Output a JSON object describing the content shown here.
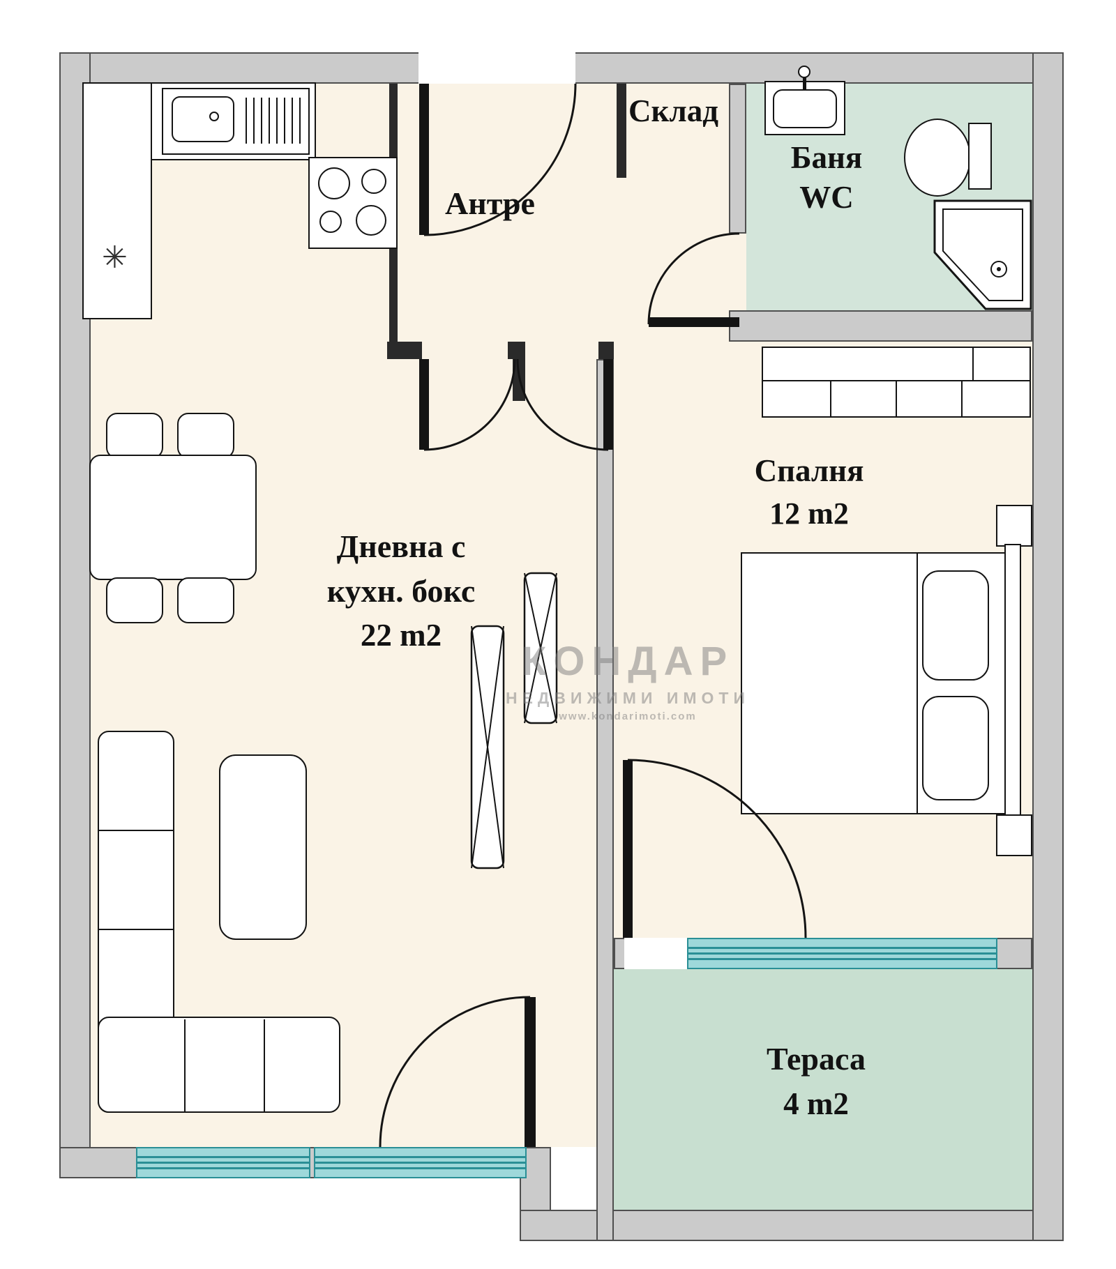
{
  "rooms": {
    "storage": {
      "label": "Склад"
    },
    "entry": {
      "label": "Антре"
    },
    "bathroom": {
      "line1": "Баня",
      "line2": "WC"
    },
    "bedroom": {
      "label": "Спалня",
      "area": "12 m2"
    },
    "living": {
      "line1": "Дневна с",
      "line2": "кухн. бокс",
      "area": "22 m2"
    },
    "terrace": {
      "label": "Тераса",
      "area": "4 m2"
    }
  },
  "watermark": {
    "line1": "КОНДАР",
    "line2": "НЕДВИЖИМИ ИМОТИ",
    "line3": "www.kondarimoti.com"
  },
  "icons": {
    "fridge": "✳"
  },
  "colors": {
    "wall_fill": "#cbcbcb",
    "wall_edge": "#4f4f4f",
    "interior_wall": "#2a2a2a",
    "floor": "#faf3e6",
    "bathroom_floor": "#d3e5da",
    "terrace_floor": "#c8dfd0",
    "window_fill": "#9ed8da",
    "window_line": "#2a8f96",
    "furniture_outline": "#141414"
  }
}
